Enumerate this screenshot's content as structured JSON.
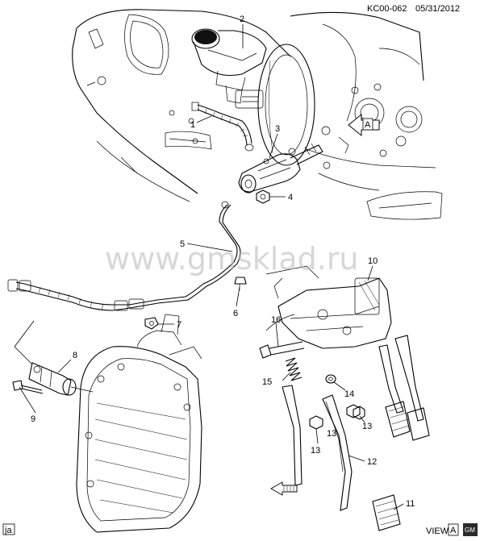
{
  "header": {
    "code": "KC00-062",
    "date": "05/31/2012"
  },
  "watermark": "www.gmsklad.ru",
  "callouts": {
    "c1": "1",
    "c2": "2",
    "c3": "3",
    "c4": "4",
    "c5": "5",
    "c6": "6",
    "c7": "7",
    "c8": "8",
    "c9": "9",
    "c10": "10",
    "c11": "11",
    "c12": "12",
    "c13a": "13",
    "c13b": "13",
    "c13c": "13",
    "c14": "14",
    "c15": "15",
    "c16": "16"
  },
  "view_arrow_label": "A",
  "footer": {
    "tag_left": "ja",
    "view_label": "VIEW",
    "view_letter": "A",
    "logo_text": "GM"
  }
}
